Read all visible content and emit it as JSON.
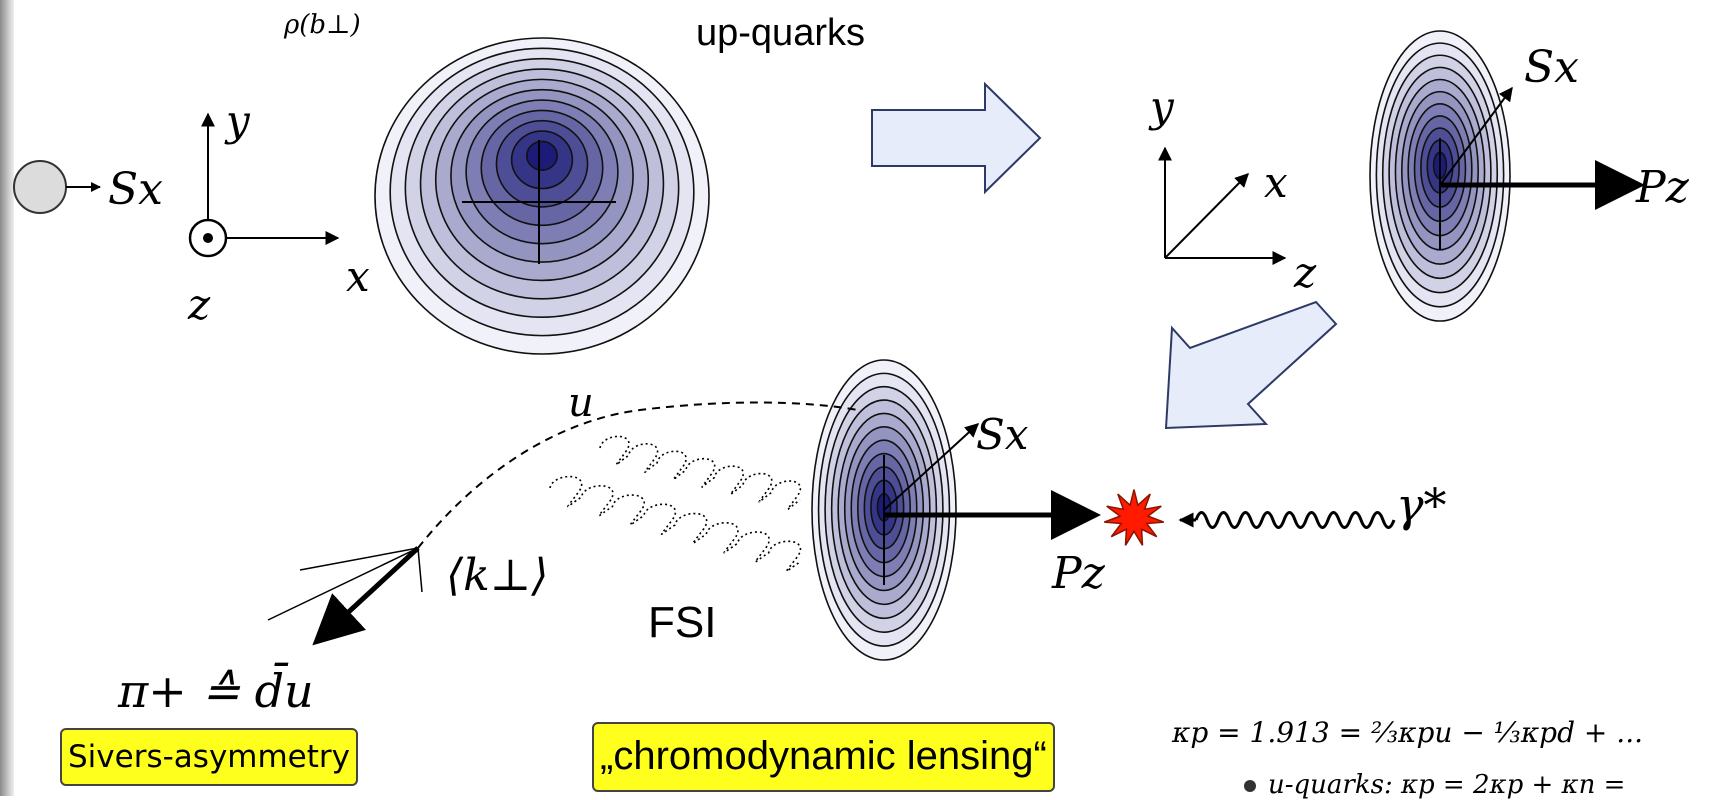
{
  "labels": {
    "rho": "ρ(b⊥)",
    "up_quarks": "up-quarks",
    "y1": "y",
    "x1": "x",
    "z1": "z",
    "sx1": "Sx",
    "y2": "y",
    "x2": "x",
    "z2": "z",
    "sx2": "Sx",
    "pz1": "Pz",
    "u": "u",
    "sx3": "Sx",
    "pz2": "Pz",
    "gamma": "γ*",
    "kperp": "⟨k⊥⟩",
    "fsi": "FSI",
    "pion": "π+ ≙ d̄u",
    "sivers": "Sivers-asymmetry",
    "lensing": "„chromodynamic lensing“",
    "kappa_eq": "κp = 1.913 = ⅔κpu − ⅓κpd + ...",
    "bullet_text": "u-quarks: κp = 2κp + κn ="
  },
  "colors": {
    "contour_outer": "#f1f1fa",
    "contour_core": "#1c1c78",
    "arrow_fill": "#e6ecfa",
    "arrow_stroke": "#2e3a66",
    "highlight": "#ffff1e",
    "burst": "#ff1a00"
  }
}
